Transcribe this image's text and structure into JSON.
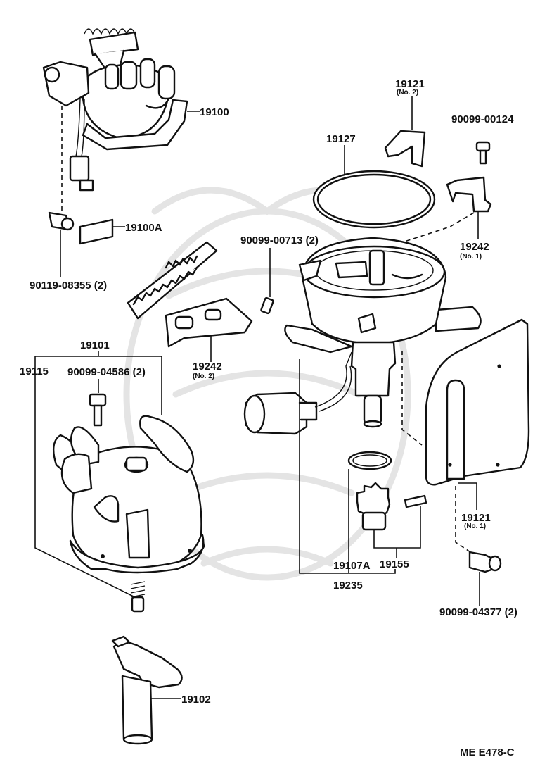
{
  "labels": {
    "p19100": "19100",
    "p19100a": "19100A",
    "p90119": "90119-08355 (2)",
    "p19101": "19101",
    "p19115": "19115",
    "p90099_04586": "90099-04586 (2)",
    "p19102": "19102",
    "p19242_no2": "19242",
    "p19242_no2_sub": "(No. 2)",
    "p90099_00713": "90099-00713 (2)",
    "p19127": "19127",
    "p19121_no2": "19121",
    "p19121_no2_sub": "(No. 2)",
    "p90099_00124": "90099-00124",
    "p19242_no1": "19242",
    "p19242_no1_sub": "(No. 1)",
    "p19121_no1": "19121",
    "p19121_no1_sub": "(No. 1)",
    "p19107a": "19107A",
    "p19155": "19155",
    "p19235": "19235",
    "p90099_04377": "90099-04377 (2)"
  },
  "footer": {
    "code": "ME  E478-C"
  }
}
